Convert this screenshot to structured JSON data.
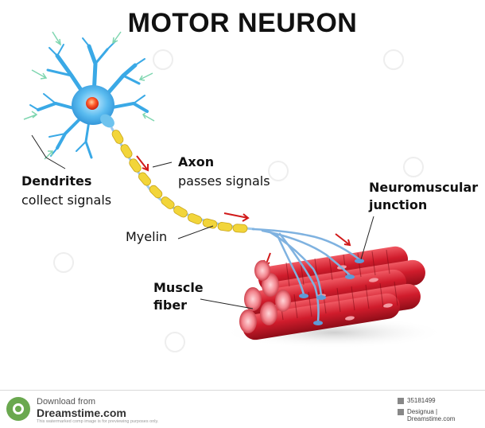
{
  "title": "MOTOR NEURON",
  "labels": {
    "dendrites_title": "Dendrites",
    "dendrites_desc": "collect signals",
    "axon_title": "Axon",
    "axon_desc": "passes signals",
    "myelin": "Myelin",
    "nmj_line1": "Neuromuscular",
    "nmj_line2": "junction",
    "muscle_line1": "Muscle",
    "muscle_line2": "fiber"
  },
  "footer": {
    "download_from": "Download from",
    "site": "Dreamstime.com",
    "note": "This watermarked comp image is for previewing purposes only.",
    "image_id": "35181499",
    "credit": "Designua | Dreamstime.com"
  },
  "colors": {
    "cell_body": "#3aa9e6",
    "nucleus": "#ff4a2a",
    "myelin": "#f2d53a",
    "axon_terminal": "#7fb2e0",
    "muscle": "#d41e2e",
    "arrow": "#d11a1a"
  }
}
